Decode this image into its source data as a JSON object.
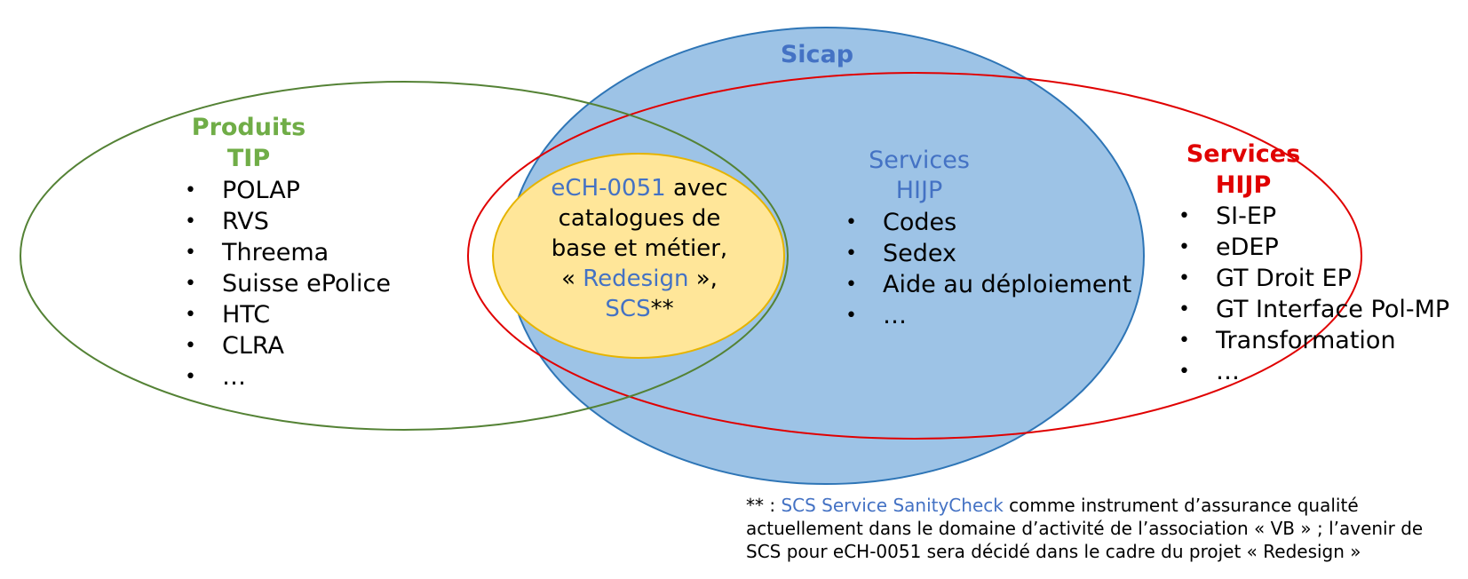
{
  "colors": {
    "green": "#70AD47",
    "green_stroke": "#548235",
    "blue_text": "#4472C4",
    "blue_fill": "#9DC3E6",
    "blue_stroke": "#2E75B6",
    "red": "#E00000",
    "yellow_fill": "#FFE699",
    "yellow_stroke": "#E6B400"
  },
  "sicap": {
    "title": "Sicap"
  },
  "tip": {
    "title_line1": "Produits",
    "title_line2": "TIP",
    "items": [
      "POLAP",
      "RVS",
      "Threema",
      "Suisse ePolice",
      "HTC",
      "CLRA",
      "…"
    ]
  },
  "services_hijp_blue": {
    "title_line1": "Services",
    "title_line2": "HIJP",
    "items": [
      "Codes",
      "Sedex",
      "Aide au déploiement",
      "…"
    ]
  },
  "services_hijp_red": {
    "title_line1": "Services",
    "title_line2": "HIJP",
    "items": [
      "SI-EP",
      "eDEP",
      "GT Droit EP",
      "GT Interface Pol-MP",
      "Transformation",
      "…"
    ]
  },
  "intersection": {
    "ech": "eCH-0051",
    "line1_rest": " avec",
    "line2": "catalogues de",
    "line3": "base et métier,",
    "line4_open": "« ",
    "redesign": "Redesign",
    "line4_close": " »,",
    "scs": "SCS",
    "stars": "**"
  },
  "footnote": {
    "prefix": "** : ",
    "highlight": "SCS Service SanityCheck",
    "line1_rest": " comme instrument d’assurance qualité",
    "line2": "actuellement dans le domaine d’activité de l’association « VB » ; l’avenir de",
    "line3": "SCS pour eCH-0051 sera décidé dans le cadre du projet « Redesign »"
  }
}
